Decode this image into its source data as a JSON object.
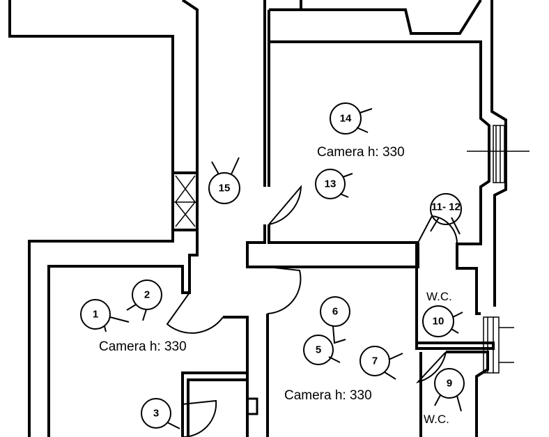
{
  "rooms": {
    "room_left": {
      "label": "Camera h: 330"
    },
    "room_center": {
      "label": "Camera h: 330"
    },
    "room_top": {
      "label": "Camera h: 330"
    },
    "wc_upper": {
      "label": "W.C."
    },
    "wc_lower": {
      "label": "W.C."
    }
  },
  "markers": {
    "m1": "1",
    "m2": "2",
    "m3": "3",
    "m5": "5",
    "m6": "6",
    "m7": "7",
    "m9": "9",
    "m10": "10",
    "m11_12": "11- 12",
    "m13": "13",
    "m14": "14",
    "m15": "15"
  }
}
